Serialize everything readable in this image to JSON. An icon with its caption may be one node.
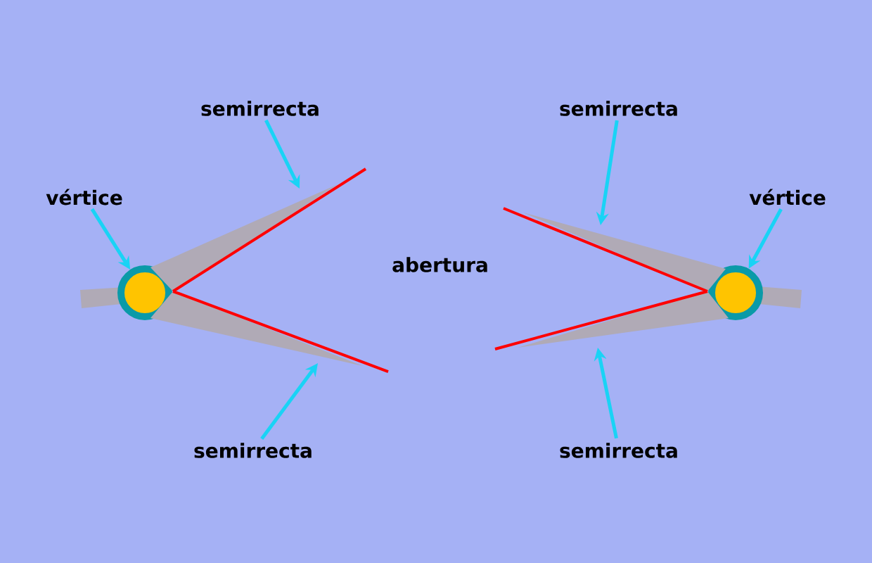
{
  "diagram": {
    "nodes": [
      {
        "text": [
          "semirrecta"
        ]
      },
      {
        "text": [
          "vértice"
        ]
      },
      {
        "text": [],
        "shape": "circle"
      },
      {
        "text": [
          "semirrecta"
        ]
      },
      {
        "text": [
          "semirrecta"
        ]
      },
      {
        "text": [
          "vértice"
        ]
      },
      {
        "text": [],
        "shape": "circle"
      },
      {
        "text": [
          "semirrecta"
        ]
      },
      {
        "text": [],
        "shape": "line"
      },
      {
        "text": [],
        "shape": "line"
      },
      {
        "text": [],
        "shape": "line"
      },
      {
        "text": [],
        "shape": "line"
      }
    ],
    "edges": [
      {
        "from": 0,
        "to": 8,
        "arrow": "to"
      },
      {
        "from": 1,
        "to": 2,
        "arrow": "to"
      },
      {
        "from": 3,
        "to": 9,
        "arrow": "to"
      },
      {
        "from": 4,
        "to": 10,
        "arrow": "to"
      },
      {
        "from": 5,
        "to": 6,
        "arrow": "to"
      },
      {
        "from": 7,
        "to": 11,
        "arrow": "to"
      }
    ],
    "labels": [
      "abertura"
    ]
  }
}
